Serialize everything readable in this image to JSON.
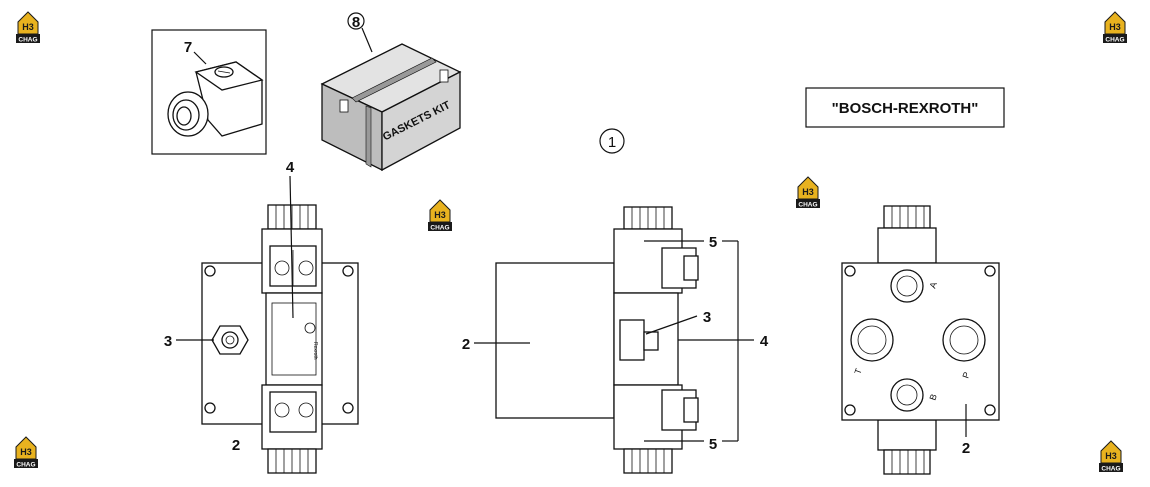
{
  "brand": {
    "logo_letters": "H3",
    "logo_word": "CHAG",
    "colors": {
      "logo_gold": "#e8b21f",
      "logo_dark": "#1a1a1a"
    }
  },
  "header": {
    "brand_box_text": "\"BOSCH-REXROTH\"",
    "main_item_number": "1"
  },
  "kits": {
    "connector_callout": "7",
    "gasket_kit_callout": "8",
    "gasket_kit_label": "GASKETS KIT"
  },
  "front_view": {
    "callout_top": "4",
    "callout_left": "3",
    "callout_bottom": "2",
    "plate_brand": "Rexroth"
  },
  "side_view": {
    "callout_top_right": "5",
    "callout_bottom_right": "5",
    "callout_mid": "3",
    "callout_right": "4",
    "callout_left": "2"
  },
  "rear_view": {
    "port_a": "A",
    "port_b": "B",
    "port_p": "P",
    "port_t": "T",
    "callout_bottom": "2"
  }
}
